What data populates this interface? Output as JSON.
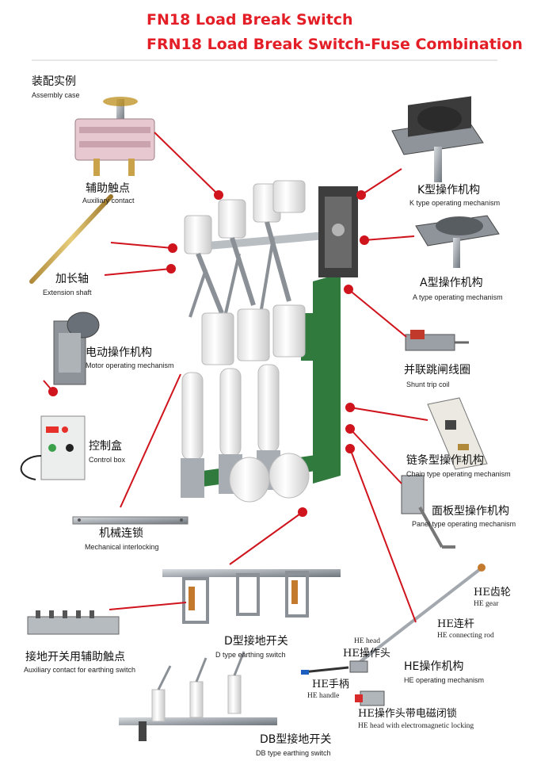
{
  "titles": {
    "line1": "FN18  Load Break Switch",
    "line2": "FRN18 Load Break Switch-Fuse Combination"
  },
  "colors": {
    "title": "#e41e26",
    "leader": "#d0141d",
    "steel": "#9aa0a6",
    "green_frame": "#2f7a3c",
    "porcelain": "#f2f2f2"
  },
  "labels": {
    "assembly_case": {
      "cn": "装配实例",
      "en": "Assembly case"
    },
    "auxiliary_contact": {
      "cn": "辅助触点",
      "en": "Auxiliary contact"
    },
    "extension_shaft": {
      "cn": "加长轴",
      "en": "Extension shaft"
    },
    "motor_mechanism": {
      "cn": "电动操作机构",
      "en": "Motor operating mechanism"
    },
    "control_box": {
      "cn": "控制盒",
      "en": "Control box"
    },
    "mechanical_interlocking": {
      "cn": "机械连锁",
      "en": "Mechanical interlocking"
    },
    "aux_contact_earthing": {
      "cn": "接地开关用辅助触点",
      "en": "Auxiliary contact for earthing switch"
    },
    "d_type_earthing": {
      "cn": "D型接地开关",
      "en": "D type earthing switch"
    },
    "db_type_earthing": {
      "cn": "DB型接地开关",
      "en": "DB type earthing switch"
    },
    "k_type_mechanism": {
      "cn": "K型操作机构",
      "en": "K type operating mechanism"
    },
    "a_type_mechanism": {
      "cn": "A型操作机构",
      "en": "A type operating mechanism"
    },
    "shunt_trip": {
      "cn": "并联跳闸线圈",
      "en": "Shunt trip coil"
    },
    "chain_mechanism": {
      "cn": "链条型操作机构",
      "en": "Chain type operating mechanism"
    },
    "panel_mechanism": {
      "cn": "面板型操作机构",
      "en": "Panel type operating mechanism"
    },
    "he_gear": {
      "cn": "HE齿轮",
      "en": "HE gear"
    },
    "he_rod": {
      "cn": "HE连杆",
      "en": "HE connecting rod"
    },
    "he_head": {
      "cn": "HE操作头",
      "en": "HE head"
    },
    "he_mechanism": {
      "cn": "HE操作机构",
      "en": "HE operating mechanism"
    },
    "he_handle": {
      "cn": "HE手柄",
      "en": "HE handle"
    },
    "he_head_lock": {
      "cn": "HE操作头带电磁闭锁",
      "en": "HE head with electromagnetic locking"
    }
  },
  "icons": [
    "switch-assembly-icon",
    "auxiliary-contact-icon",
    "extension-shaft-icon",
    "motor-mechanism-icon",
    "control-box-icon",
    "interlock-bar-icon",
    "k-mechanism-icon",
    "a-mechanism-icon",
    "shunt-coil-icon",
    "chain-mechanism-icon",
    "panel-mechanism-icon",
    "d-earthing-switch-icon",
    "earthing-aux-contact-icon",
    "db-earthing-switch-icon",
    "he-rod-icon",
    "he-head-icon",
    "he-handle-icon",
    "he-lock-icon"
  ]
}
